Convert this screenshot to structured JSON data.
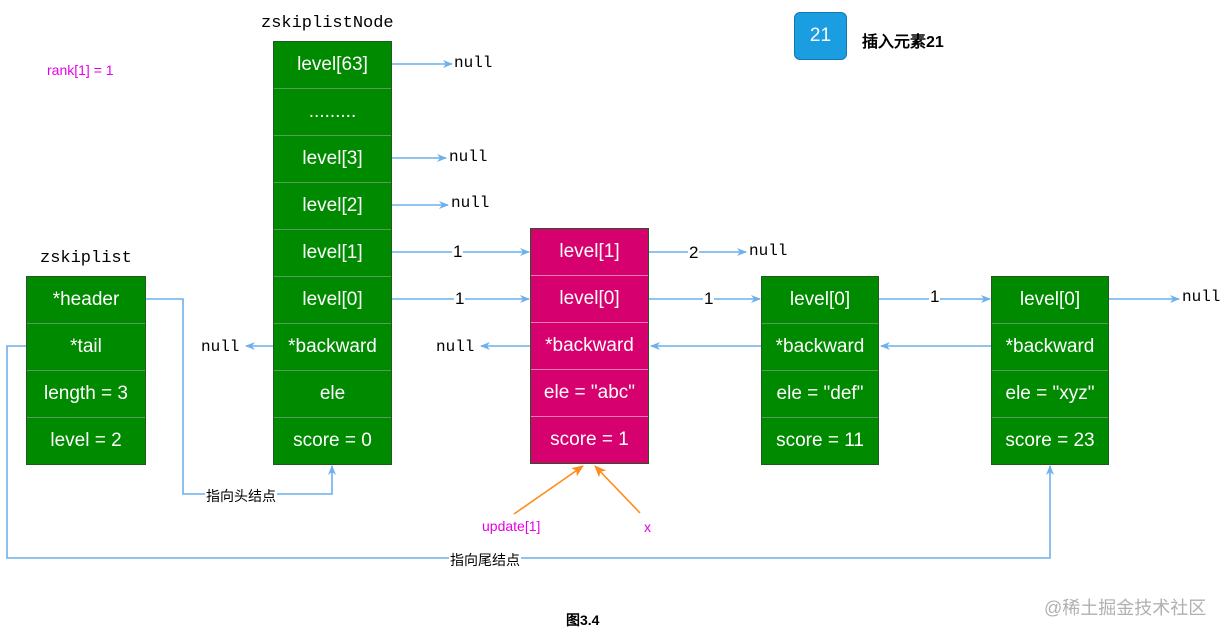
{
  "title_node": "zskiplistNode",
  "title_list": "zskiplist",
  "rank_label": "rank[1] = 1",
  "insert_badge": "21",
  "insert_label": "插入元素21",
  "figure_caption": "图3.4",
  "watermark": "@稀土掘金技术社区",
  "null_text": "null",
  "zskiplist_cells": [
    "*header",
    "*tail",
    "length = 3",
    "level = 2"
  ],
  "header_node_cells": [
    "level[63]",
    ".........",
    "level[3]",
    "level[2]",
    "level[1]",
    "level[0]",
    "*backward",
    "ele",
    "score = 0"
  ],
  "node_abc_cells": [
    "level[1]",
    "level[0]",
    "*backward",
    "ele = \"abc\"",
    "score = 1"
  ],
  "node_def_cells": [
    "level[0]",
    "*backward",
    "ele = \"def\"",
    "score = 11"
  ],
  "node_xyz_cells": [
    "level[0]",
    "*backward",
    "ele = \"xyz\"",
    "score = 23"
  ],
  "span_labels": {
    "h_l1": "1",
    "h_l0": "1",
    "abc_l1": "2",
    "abc_l0": "1",
    "def_l0": "1"
  },
  "pointer_labels": {
    "to_head": "指向头结点",
    "to_tail": "指向尾结点",
    "update": "update[1]",
    "x": "x"
  },
  "colors": {
    "green": "#008a00",
    "pink": "#d6006f",
    "arrow_blue": "#6cb0ec",
    "arrow_orange": "#ff8c1a",
    "magenta_text": "#e600e6",
    "badge_blue": "#1b9de2"
  }
}
